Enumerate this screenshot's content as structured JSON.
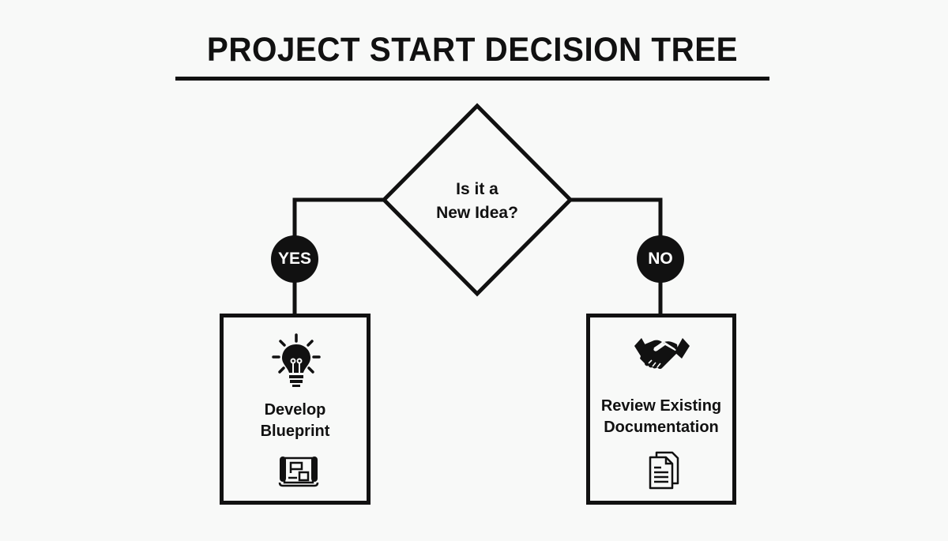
{
  "title": "PROJECT START DECISION TREE",
  "decision": {
    "line1": "Is it a",
    "line2": "New Idea?"
  },
  "branches": [
    {
      "badge": "YES",
      "label_line1": "Develop",
      "label_line2": "Blueprint",
      "top_icon": "lightbulb-icon",
      "bottom_icon": "blueprint-scroll-icon"
    },
    {
      "badge": "NO",
      "label_line1": "Review Existing",
      "label_line2": "Documentation",
      "top_icon": "handshake-icon",
      "bottom_icon": "documents-icon"
    }
  ],
  "colors": {
    "background": "#f8f9f8",
    "ink": "#111111",
    "badge_text": "#ffffff"
  }
}
